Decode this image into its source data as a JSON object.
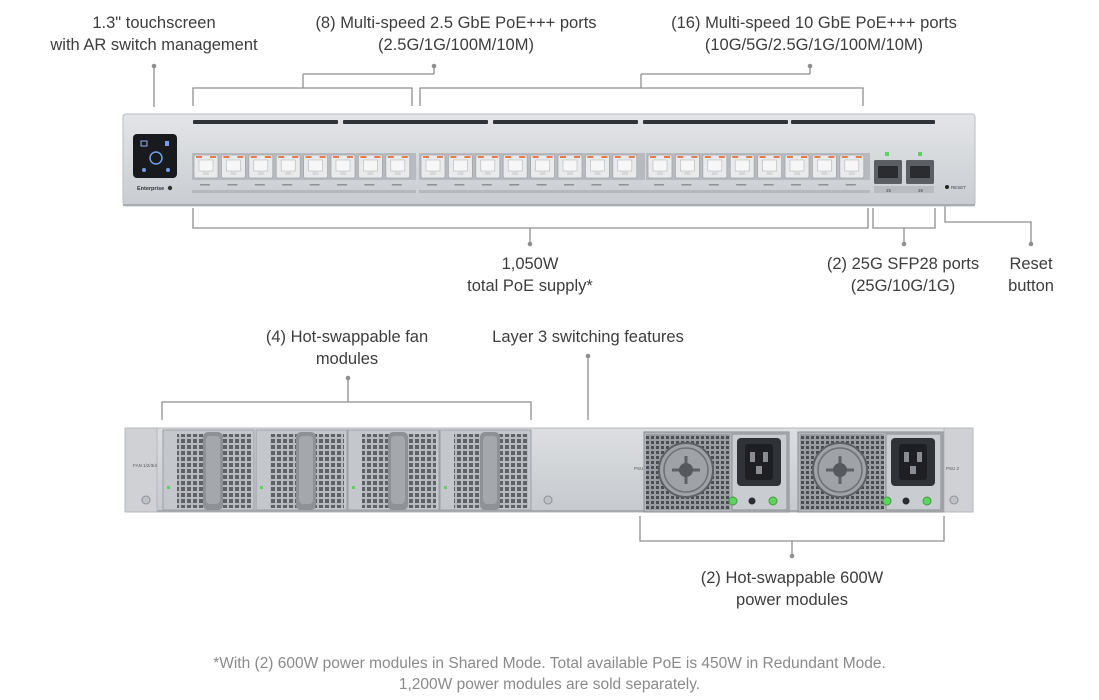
{
  "callouts": {
    "touchscreen": {
      "line1": "1.3\" touchscreen",
      "line2": "with AR switch management"
    },
    "ports_2g5": {
      "line1": "(8) Multi-speed 2.5 GbE PoE+++ ports",
      "line2": "(2.5G/1G/100M/10M)"
    },
    "ports_10g": {
      "line1": "(16) Multi-speed 10 GbE PoE+++ ports",
      "line2": "(10G/5G/2.5G/1G/100M/10M)"
    },
    "poe_supply": {
      "line1": "1,050W",
      "line2": "total PoE supply*"
    },
    "sfp": {
      "line1": "(2) 25G SFP28 ports",
      "line2": "(25G/10G/1G)"
    },
    "reset": {
      "line1": "Reset",
      "line2": "button"
    },
    "fans": {
      "line1": "(4) Hot-swappable fan",
      "line2": "modules"
    },
    "layer3": {
      "line1": "Layer 3 switching features"
    },
    "psu": {
      "line1": "(2) Hot-swappable 600W",
      "line2": "power modules"
    }
  },
  "device": {
    "brand_label": "Enterprise",
    "reset_label": "RESET",
    "psu1_label": "PSU 1",
    "psu2_label": "PSU 2",
    "fan_label": "FAN 1/2/3/4",
    "sfp_labels": [
      "25",
      "26"
    ]
  },
  "footnote": {
    "line1": "*With (2) 600W power modules in Shared Mode. Total available PoE is 450W in Redundant Mode.",
    "line2": "1,200W power modules are sold separately."
  },
  "colors": {
    "chassis": "#d3d5d8",
    "chassis_edge": "#b9bcc0",
    "port_led": "#e87a4c",
    "status_led": "#5fd35f",
    "line": "#8f8f8f"
  }
}
